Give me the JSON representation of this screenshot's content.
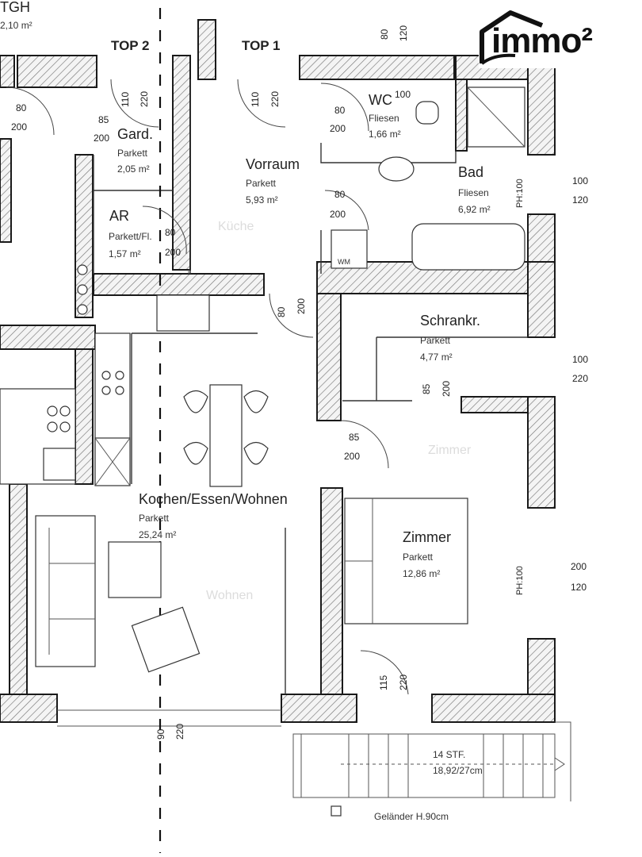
{
  "header": {
    "corner_label": "TGH",
    "corner_area": "2,10 m²",
    "top2": "TOP 2",
    "top1": "TOP 1"
  },
  "logo": {
    "text": "immo²",
    "name": "immo² logo"
  },
  "rooms": {
    "gard": {
      "name": "Gard.",
      "material": "Parkett",
      "area": "2,05 m²"
    },
    "wc": {
      "name": "WC",
      "material": "Fliesen",
      "area": "1,66 m²"
    },
    "vorraum": {
      "name": "Vorraum",
      "material": "Parkett",
      "area": "5,93 m²"
    },
    "bad": {
      "name": "Bad",
      "material": "Fliesen",
      "area": "6,92 m²"
    },
    "ar": {
      "name": "AR",
      "material": "Parkett/Fl.",
      "area": "1,57 m²"
    },
    "schrankr": {
      "name": "Schrankr.",
      "material": "Parkett",
      "area": "4,77 m²"
    },
    "kochen": {
      "name": "Kochen/Essen/Wohnen",
      "material": "Parkett",
      "area": "25,24 m²"
    },
    "zimmer": {
      "name": "Zimmer",
      "material": "Parkett",
      "area": "12,86 m²"
    }
  },
  "ghost_labels": {
    "kueche": "Küche",
    "zimmer": "Zimmer",
    "wohnen": "Wohnen"
  },
  "dimensions": {
    "d80_a": "80",
    "d200_a": "200",
    "d85_a": "85",
    "d200_b": "200",
    "d110_a": "110",
    "d220_a": "220",
    "d110_b": "110",
    "d220_b": "220",
    "d80_top": "80",
    "d120_top": "120",
    "d80_wc": "80",
    "d200_wc": "200",
    "d100_wc": "100",
    "d80_vor": "80",
    "d200_vor": "200",
    "d80_ar": "80",
    "d200_ar": "200",
    "d80_k": "80",
    "d200_k": "200",
    "d85_s": "85",
    "d200_s": "200",
    "d85_z": "85",
    "d200_z": "200",
    "d115": "115",
    "d220_z": "220",
    "d90": "90",
    "d220_w": "220",
    "r100_a": "100",
    "r120_a": "120",
    "r100_b": "100",
    "r220_b": "220",
    "r200_c": "200",
    "r120_c": "120",
    "ph1": "PH:100",
    "ph2": "PH:100"
  },
  "wm_label": "WM",
  "stairs": {
    "steps": "14 STF.",
    "size": "18,92/27cm"
  },
  "railing": "Geländer H.90cm"
}
